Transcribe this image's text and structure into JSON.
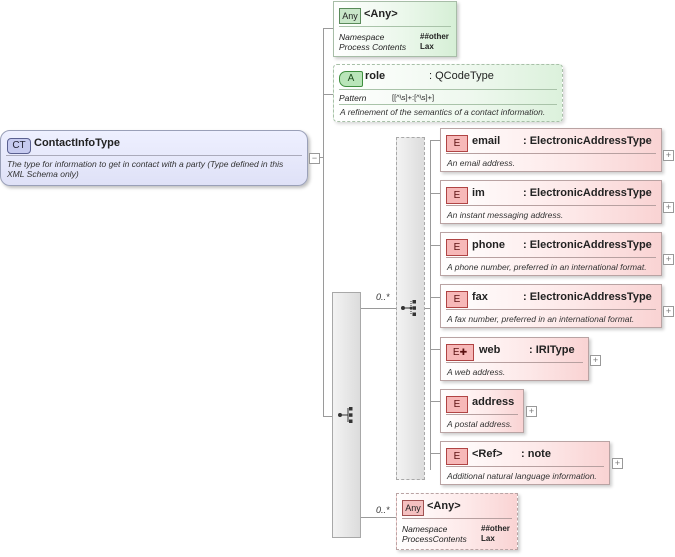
{
  "complex_type": {
    "badge": "CT",
    "name": "ContactInfoType",
    "description": "The type for information to get in contact with a party (Type defined in this XML Schema only)"
  },
  "any_top": {
    "badge": "Any",
    "name": "<Any>",
    "namespace_label": "Namespace",
    "namespace_value": "##other",
    "process_label": "Process Contents",
    "process_value": "Lax"
  },
  "attribute": {
    "badge": "A",
    "name": "role",
    "type": ": QCodeType",
    "pattern_label": "Pattern",
    "pattern_value": "[[^\\s]+:[^\\s]+]",
    "description": "A refinement of the semantics of a contact information."
  },
  "outer_sequence_occurrence": "0..*",
  "elements": [
    {
      "badge": "E",
      "name": "email",
      "type": ": ElectronicAddressType",
      "description": "An email address."
    },
    {
      "badge": "E",
      "name": "im",
      "type": ": ElectronicAddressType",
      "description": "An instant messaging address."
    },
    {
      "badge": "E",
      "name": "phone",
      "type": ": ElectronicAddressType",
      "description": "A phone number, preferred in an international format."
    },
    {
      "badge": "E",
      "name": "fax",
      "type": ": ElectronicAddressType",
      "description": "A fax number, preferred in an international format."
    },
    {
      "badge": "E",
      "name": "web",
      "type": ": IRIType",
      "description": "A web address."
    },
    {
      "badge": "E",
      "name": "address",
      "type": "",
      "description": "A postal address."
    },
    {
      "badge": "E",
      "name": "<Ref>",
      "type": ": note",
      "description": "Additional natural language information."
    }
  ],
  "any_bottom": {
    "badge": "Any",
    "name": "<Any>",
    "occurrence": "0..*",
    "namespace_label": "Namespace",
    "namespace_value": "##other",
    "process_label": "ProcessContents",
    "process_value": "Lax"
  },
  "expand_symbol": "+",
  "collapse_symbol": "−"
}
